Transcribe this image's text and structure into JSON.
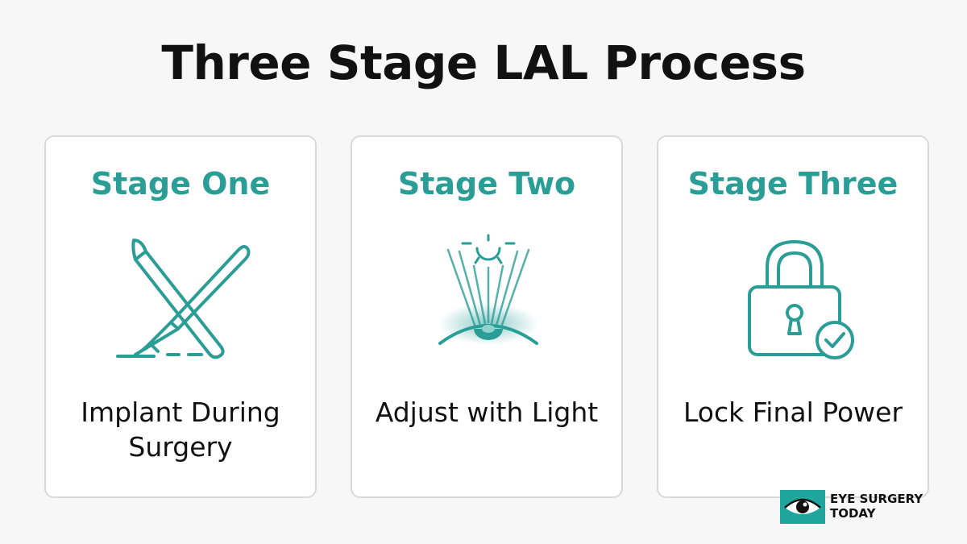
{
  "title": "Three Stage LAL Process",
  "colors": {
    "accent": "#2a9d97",
    "text": "#111111",
    "card_border": "#d9d9d9",
    "background": "#f7f7f7",
    "brand": "#1fa59c"
  },
  "stages": [
    {
      "title": "Stage One",
      "description": "Implant During Surgery",
      "icon": "scalpel-icon"
    },
    {
      "title": "Stage Two",
      "description": "Adjust with Light",
      "icon": "light-eye-icon"
    },
    {
      "title": "Stage Three",
      "description": "Lock Final Power",
      "icon": "padlock-check-icon"
    }
  ],
  "brand": {
    "line1": "EYE SURGERY",
    "line2": "TODAY",
    "icon": "eye-logo-icon"
  }
}
